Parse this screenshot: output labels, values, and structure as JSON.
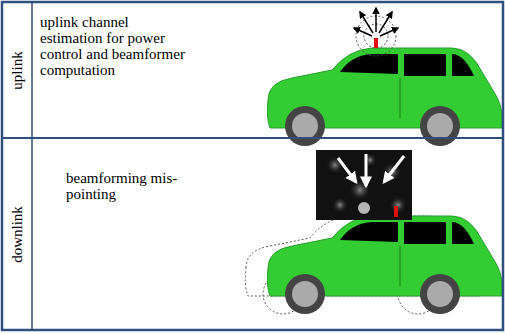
{
  "diagram": {
    "nodes": [
      {
        "text": [
          "uplink",
          "uplink channel estimation for power control and beamformer computation"
        ]
      },
      {
        "text": [
          "downlink",
          "beamforming mis-pointing"
        ]
      }
    ]
  }
}
